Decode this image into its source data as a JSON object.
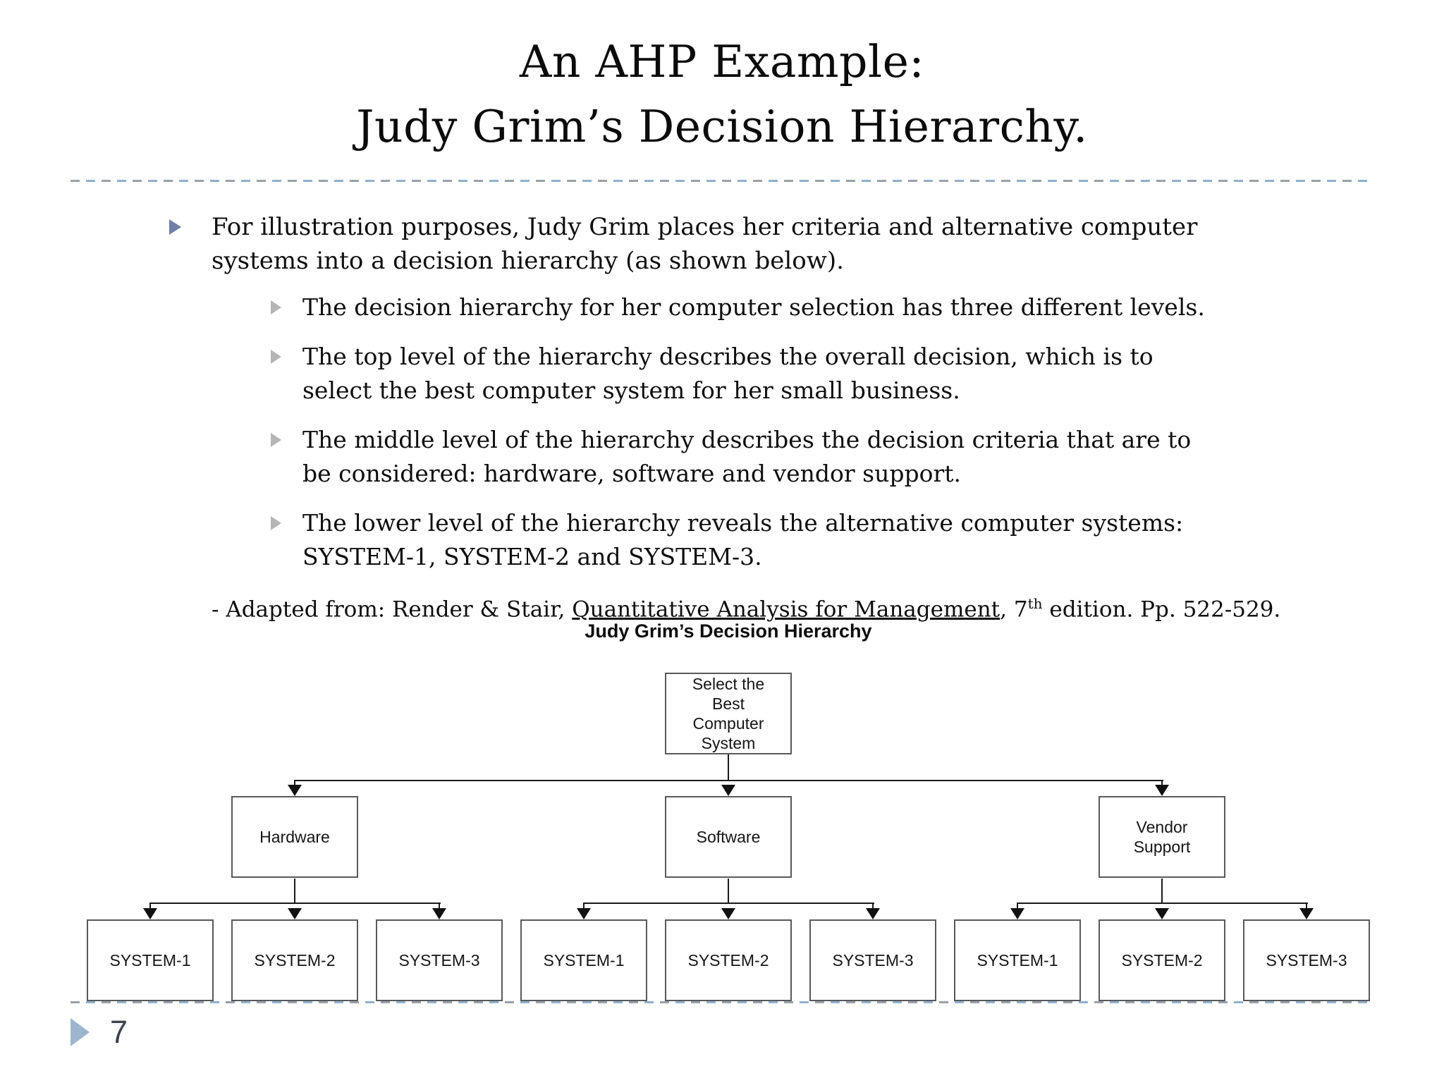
{
  "slide": {
    "title_lines": [
      "An AHP Example:",
      "Judy Grim’s Decision Hierarchy."
    ],
    "page_number": "7"
  },
  "bullets": {
    "level1": "For illustration purposes, Judy Grim places her criteria and alternative computer\nsystems into a decision hierarchy (as shown below).",
    "level2": [
      "The decision hierarchy for her computer selection has three different levels.",
      "The top level of the hierarchy describes the overall decision, which is to\nselect the best computer system for her small business.",
      "The middle level of the hierarchy describes the decision criteria that are to\nbe considered: hardware, software and vendor support.",
      "The lower level of the hierarchy reveals the alternative computer systems:\nSYSTEM-1, SYSTEM-2 and SYSTEM-3."
    ],
    "citation": {
      "prefix": "- Adapted from: Render & Stair, ",
      "underlined": "Quantitative Analysis for Management",
      "mid": ", 7",
      "superscript": "th",
      "suffix": " edition. Pp. 522-529."
    }
  },
  "diagram": {
    "title": "Judy Grim’s Decision Hierarchy",
    "goal": "Select the Best Computer System",
    "criteria": [
      "Hardware",
      "Software",
      "Vendor Support"
    ],
    "alternatives": [
      "SYSTEM-1",
      "SYSTEM-2",
      "SYSTEM-3",
      "SYSTEM-1",
      "SYSTEM-2",
      "SYSTEM-3",
      "SYSTEM-1",
      "SYSTEM-2",
      "SYSTEM-3"
    ]
  },
  "colors": {
    "bullet_level1_marker": "#6e7ea6",
    "bullet_level2_marker": "#b5b5b5",
    "page_marker": "#9db5ce",
    "dashed_rule_blue": "#8fb0cb",
    "dashed_rule_gray": "#98a0a8",
    "box_border": "#58595b",
    "connector": "#1a1a1a",
    "text": "#0e0e0e",
    "page_number_text": "#3c424e"
  }
}
